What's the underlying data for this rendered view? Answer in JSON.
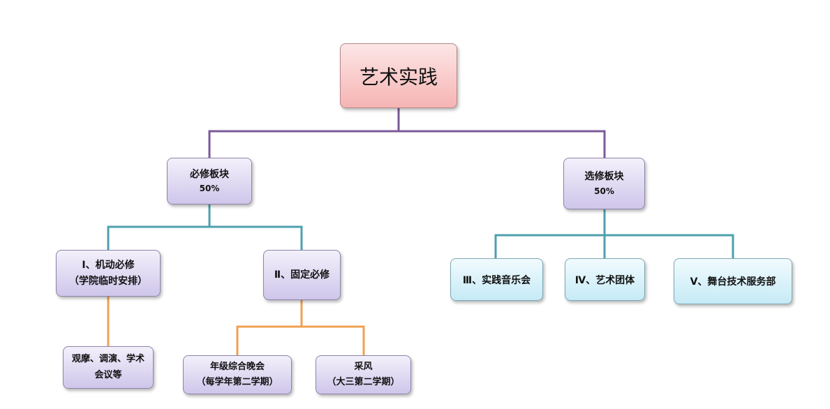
{
  "root": {
    "label": "艺术实践"
  },
  "required": {
    "label": "必修板块",
    "percent": "50%"
  },
  "elective": {
    "label": "选修板块",
    "percent": "50%"
  },
  "required_children": [
    {
      "line1": "Ⅰ、机动必修",
      "line2": "（学院临时安排）"
    },
    {
      "line1": "Ⅱ、固定必修"
    }
  ],
  "required_leaves": [
    {
      "line1": "观摩、调演、学术",
      "line2": "会议等"
    },
    {
      "line1": "年级综合晚会",
      "line2": "（每学年第二学期）"
    },
    {
      "line1": "采风",
      "line2": "（大三第二学期）"
    }
  ],
  "elective_children": [
    {
      "label": "Ⅲ、实践音乐会"
    },
    {
      "label": "Ⅳ、艺术团体"
    },
    {
      "label": "Ⅴ、舞台技术服务部"
    }
  ],
  "colors": {
    "root_connector": "#7a5a98",
    "level2_connector": "#4ea0ae",
    "level3_connector": "#f0a050"
  }
}
